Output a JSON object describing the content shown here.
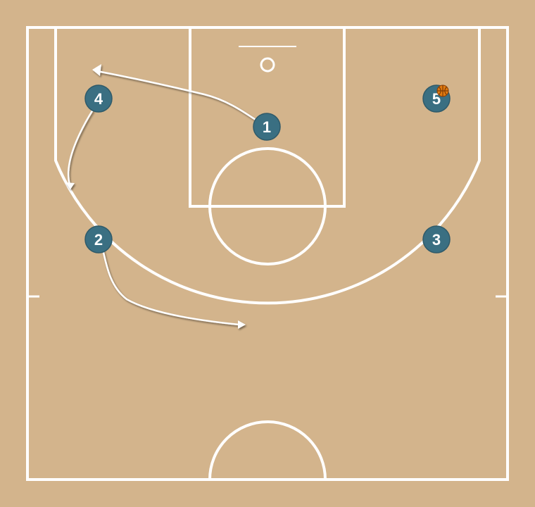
{
  "colors": {
    "court": "#d3b48c",
    "lines": "#ffffff",
    "player_fill": "#3a6f82",
    "player_stroke": "#2f5a69",
    "ball": "#e07a10"
  },
  "players": [
    {
      "id": "p1",
      "label": "1"
    },
    {
      "id": "p2",
      "label": "2"
    },
    {
      "id": "p3",
      "label": "3"
    },
    {
      "id": "p4",
      "label": "4"
    },
    {
      "id": "p5",
      "label": "5",
      "has_ball": true
    }
  ],
  "ball": {
    "icon": "basketball-icon",
    "holder": "5"
  }
}
